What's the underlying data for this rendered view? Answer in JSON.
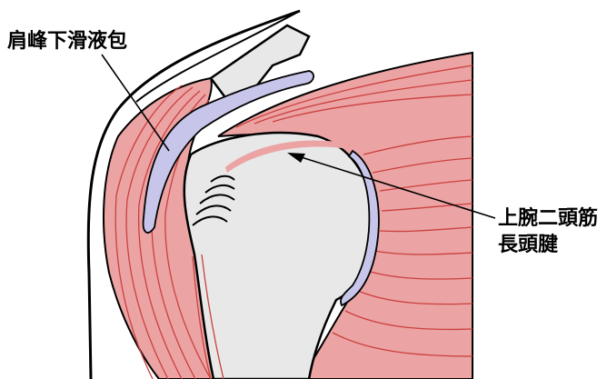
{
  "labels": {
    "subacromial_bursa": "肩峰下滑液包",
    "biceps_long_head_line1": "上腕二頭筋",
    "biceps_long_head_line2": "長頭腱"
  },
  "colors": {
    "muscle": "#eca3a3",
    "muscle_fiber": "#c9413f",
    "bone": "#e8e8e8",
    "bursa": "#c7c6ea",
    "outline": "#000000"
  }
}
